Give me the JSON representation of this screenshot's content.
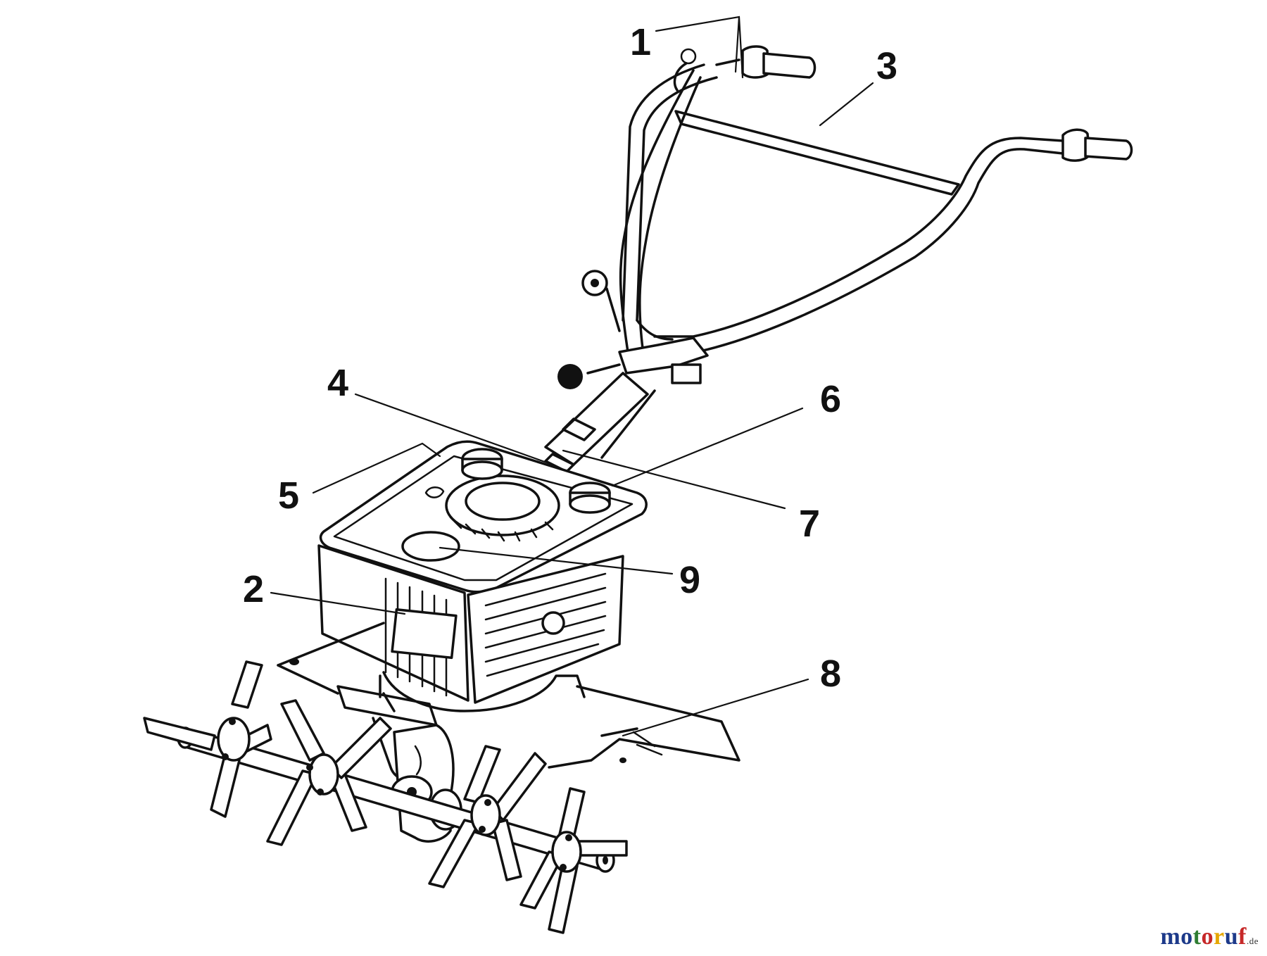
{
  "callouts": [
    {
      "id": "1",
      "label": "1"
    },
    {
      "id": "2",
      "label": "2"
    },
    {
      "id": "3",
      "label": "3"
    },
    {
      "id": "4",
      "label": "4"
    },
    {
      "id": "5",
      "label": "5"
    },
    {
      "id": "6",
      "label": "6"
    },
    {
      "id": "7",
      "label": "7"
    },
    {
      "id": "8",
      "label": "8"
    },
    {
      "id": "9",
      "label": "9"
    }
  ],
  "watermark": {
    "text": "motoruf",
    "suffix": ".de",
    "letter_colors": [
      "#1d3a8a",
      "#1d3a8a",
      "#2e7d32",
      "#c62828",
      "#e6a700",
      "#1d3a8a",
      "#c62828"
    ]
  },
  "colors": {
    "line": "#111111",
    "background": "#ffffff"
  }
}
